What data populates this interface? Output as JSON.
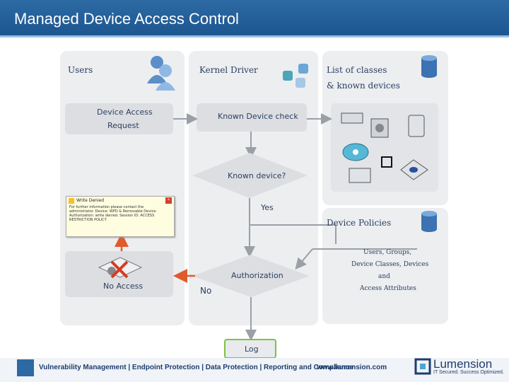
{
  "header": {
    "title": "Managed Device Access Control"
  },
  "users": {
    "label": "Users",
    "request_line1": "Device Access",
    "request_line2": "Request",
    "no_access": "No Access"
  },
  "kernel": {
    "label": "Kernel Driver",
    "check": "Known Device check",
    "decision": "Known device?",
    "yes": "Yes",
    "authorization": "Authorization",
    "no": "No",
    "log": "Log"
  },
  "classes": {
    "line1": "List of classes",
    "line2": "& known devices"
  },
  "policies": {
    "label": "Device Policies",
    "line1": "Users, Groups,",
    "line2": "Device Classes, Devices",
    "line3": "and",
    "line4": "Access Attributes"
  },
  "dialog": {
    "title": "Write Denied",
    "body": "For further information please contact the administrator. Device: WPD & Removable Device. Authorization: write denied. Session ID: ACCESS RESTRICTION POLICY"
  },
  "footer": {
    "tagline": "Vulnerability Management | Endpoint Protection | Data Protection | Reporting and Compliance",
    "url": "www.lumension.com",
    "brand": "Lumension",
    "brand_tagline": "IT Secured. Success Optimized."
  },
  "colors": {
    "title_bar": "#2d6aa3",
    "arrow": "#9aa0a6",
    "deny_arrow": "#e05a2b",
    "log_border": "#7dc242"
  }
}
